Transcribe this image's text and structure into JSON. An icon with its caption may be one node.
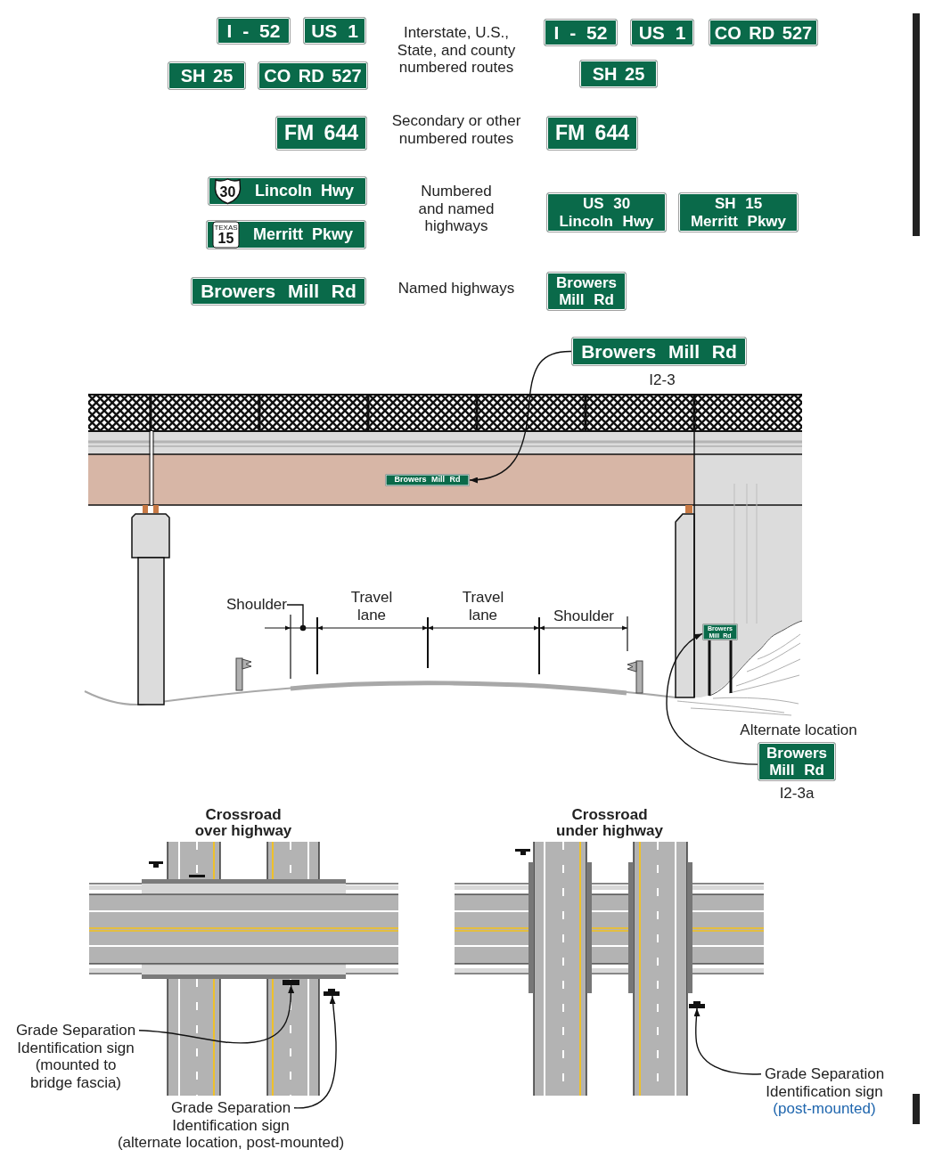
{
  "diagram": {
    "nodes": [
      {
        "text": [
          "I - 52"
        ]
      },
      {
        "text": [
          "US 1"
        ]
      },
      {
        "text": [
          "SH 25"
        ]
      },
      {
        "text": [
          "CO RD 527"
        ]
      },
      {
        "text": [
          "I - 52"
        ]
      },
      {
        "text": [
          "US 1"
        ]
      },
      {
        "text": [
          "CO RD 527"
        ]
      },
      {
        "text": [
          "SH 25"
        ]
      },
      {
        "text": [
          "FM 644"
        ]
      },
      {
        "text": [
          "FM 644"
        ]
      },
      {
        "text": [
          "Lincoln Hwy"
        ]
      },
      {
        "text": [
          "30"
        ],
        "in": 10
      },
      {
        "text": [
          "Merritt Pkwy"
        ]
      },
      {
        "text": [
          "TEXAS",
          "15"
        ],
        "in": 12
      },
      {
        "text": [
          "US 30",
          "Lincoln Hwy"
        ]
      },
      {
        "text": [
          "SH 15",
          "Merritt Pkwy"
        ]
      },
      {
        "text": [
          "Browers Mill Rd"
        ]
      },
      {
        "text": [
          "Browers Mill Rd"
        ]
      },
      {
        "text": [
          "Browers Mill Rd"
        ],
        "beside": [
          "I2-3"
        ]
      },
      {
        "text": [
          "Browers Mill Rd"
        ]
      },
      {
        "text": [
          "Shoulder"
        ]
      },
      {
        "text": [
          "Browers Mill Rd"
        ]
      },
      {
        "text": [
          "Browers Mill Rd"
        ],
        "beside": [
          "Alternate location",
          "I2-3a"
        ]
      },
      {
        "text": [
          "Grade Separation Identification sign",
          "(mounted to bridge fascia)"
        ]
      },
      {
        "text": [],
        "shape": "bar"
      },
      {
        "text": [
          "Grade Separation Identification sign",
          "(alternate location, post-mounted)"
        ]
      },
      {
        "text": [],
        "shape": "bar"
      },
      {
        "text": [
          "Grade Separation Identification sign",
          "(post-mounted)"
        ]
      },
      {
        "text": [],
        "shape": "bar"
      }
    ],
    "edges": [
      {
        "from": 18,
        "to": 19,
        "arrow": "to"
      },
      {
        "from": 20,
        "to": null,
        "arrow": "other"
      },
      {
        "from": 22,
        "to": 21,
        "arrow": "to"
      },
      {
        "from": 23,
        "to": 24,
        "arrow": "to"
      },
      {
        "from": 25,
        "to": 26,
        "arrow": "to"
      },
      {
        "from": 27,
        "to": 28,
        "arrow": "to"
      }
    ],
    "labels": [
      "Interstate, U.S., State, and county numbered routes",
      "Secondary or other numbered routes",
      "Numbered and named highways",
      "Named highways",
      "Travel lane",
      "Travel lane",
      "Shoulder",
      "Crossroad over highway",
      "Crossroad under highway"
    ]
  }
}
